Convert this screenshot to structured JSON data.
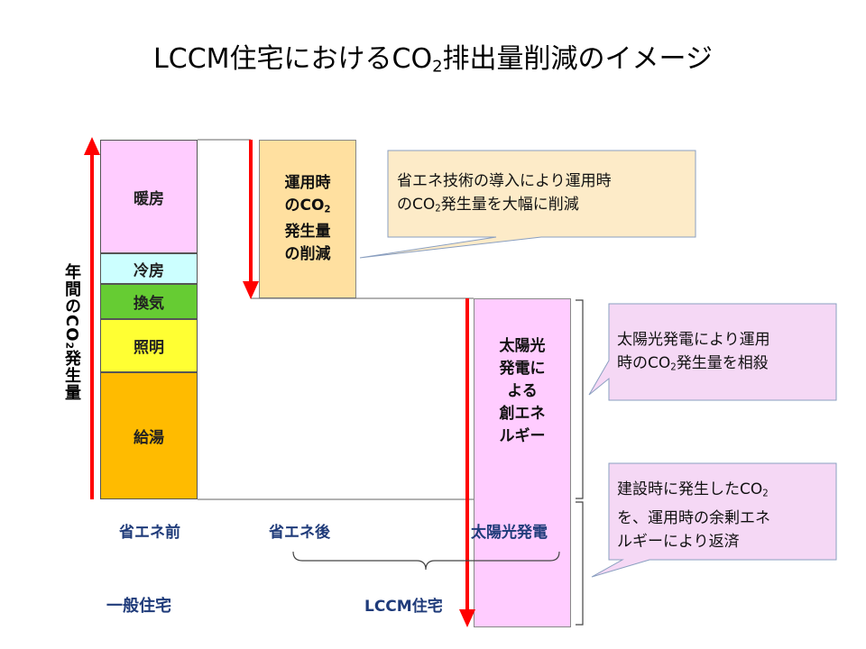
{
  "title": {
    "pre": "LCCM住宅におけるCO",
    "sub": "2",
    "post": "排出量削減のイメージ"
  },
  "axis_label": {
    "pre": "年間のCO",
    "sub": "2",
    "post": "発生量"
  },
  "segments": [
    {
      "label": "暖房",
      "color": "#ffccff"
    },
    {
      "label": "冷房",
      "color": "#ccffff"
    },
    {
      "label": "換気",
      "color": "#66cc33"
    },
    {
      "label": "照明",
      "color": "#ffff33"
    },
    {
      "label": "給湯",
      "color": "#ffbb00"
    }
  ],
  "reduction_box": {
    "line1": "運用時",
    "line2_pre": "のCO",
    "line2_sub": "2",
    "line3": "発生量",
    "line4": "の削減",
    "color": "#ffe0a0"
  },
  "solar_box": {
    "line1": "太陽光",
    "line2": "発電に",
    "line3": "よる",
    "line4": "創エネ",
    "line5": "ルギー",
    "color": "#ffccff"
  },
  "callouts": {
    "c1": {
      "line1": "省エネ技術の導入により運用時",
      "line2_pre": "のCO",
      "line2_sub": "2",
      "line2_post": "発生量を大幅に削減",
      "color": "#fdebc8"
    },
    "c2": {
      "line1": "太陽光発電により運用",
      "line2_pre": "時のCO",
      "line2_sub": "2",
      "line2_post": "発生量を相殺",
      "color": "#f5d8f5"
    },
    "c3": {
      "line1_pre": "建設時に発生したCO",
      "line1_sub": "2",
      "line2": "を、運用時の余剰エネ",
      "line3": "ルギーにより返済",
      "color": "#f5d8f5"
    }
  },
  "labels": {
    "before": "省エネ前",
    "after": "省エネ後",
    "solar": "太陽光発電",
    "general_house": "一般住宅",
    "lccm_house": "LCCM住宅"
  },
  "colors": {
    "arrow": "#ff0000",
    "label_text": "#1f3b7a"
  }
}
